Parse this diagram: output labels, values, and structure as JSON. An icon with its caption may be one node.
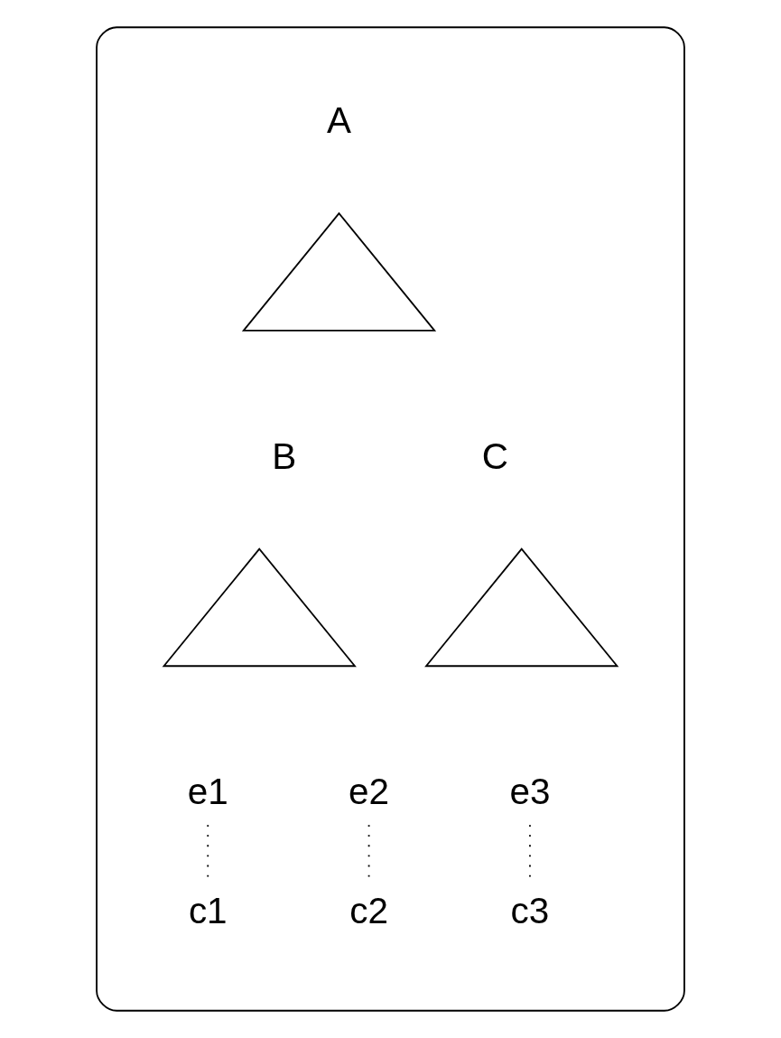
{
  "diagram": {
    "nodes": [
      {
        "text": [],
        "shape": "oval"
      },
      {
        "text": [
          "A"
        ],
        "in": 0
      },
      {
        "text": [],
        "shape": "triangle",
        "in": 0
      },
      {
        "text": [
          "B"
        ],
        "in": 0
      },
      {
        "text": [
          "C"
        ],
        "in": 0
      },
      {
        "text": [],
        "shape": "triangle",
        "in": 0
      },
      {
        "text": [],
        "shape": "triangle",
        "in": 0
      },
      {
        "text": [
          "e1"
        ],
        "in": 0
      },
      {
        "text": [
          "e2"
        ],
        "in": 0
      },
      {
        "text": [
          "e3"
        ],
        "in": 0
      },
      {
        "text": [
          "c1"
        ],
        "in": 0
      },
      {
        "text": [
          "c2"
        ],
        "in": 0
      },
      {
        "text": [
          "c3"
        ],
        "in": 0
      }
    ],
    "edges": [
      {
        "from": 7,
        "to": 10,
        "arrow": "none",
        "style": "dashed"
      },
      {
        "from": 8,
        "to": 11,
        "arrow": "none",
        "style": "dashed"
      },
      {
        "from": 9,
        "to": 12,
        "arrow": "none",
        "style": "dashed"
      }
    ]
  }
}
